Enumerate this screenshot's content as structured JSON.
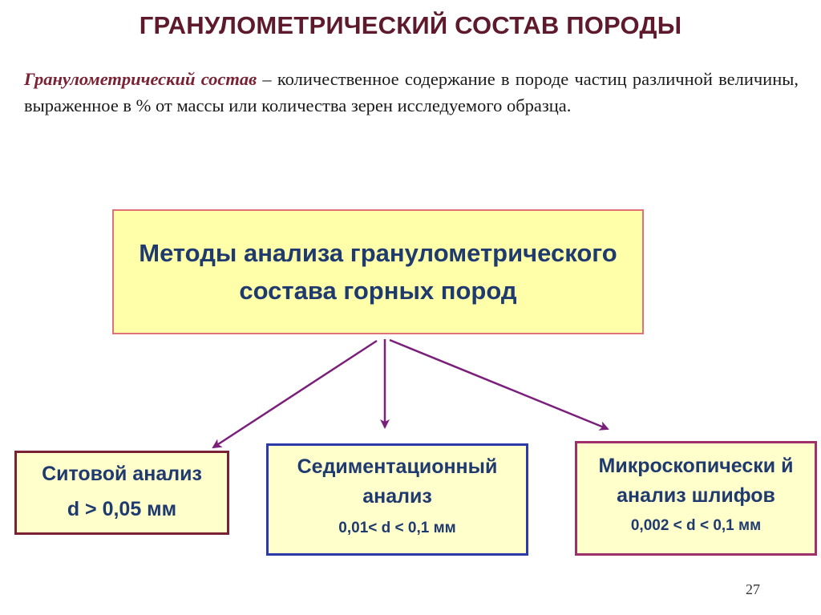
{
  "slide": {
    "title": "ГРАНУЛОМЕТРИЧЕСКИЙ СОСТАВ ПОРОДЫ",
    "definition": {
      "term": "Гранулометрический состав",
      "text": " – количественное содержание в породе частиц различной величины, выраженное в % от массы или количества зерен исследуемого образца."
    },
    "main_box": {
      "text": "Методы анализа гранулометрического состава горных пород"
    },
    "methods": [
      {
        "name": "Ситовой анализ",
        "range": "d > 0,05 мм"
      },
      {
        "name": "Седиментационный анализ",
        "range": "0,01< d < 0,1 мм"
      },
      {
        "name": "Микроскопически й анализ шлифов",
        "range": "0,002 < d < 0,1 мм"
      }
    ],
    "page_number": "27"
  },
  "colors": {
    "title": "#5e1a2c",
    "term": "#7a2233",
    "box_text": "#1f3a6e",
    "main_box_fill": "#ffffaa",
    "main_box_border": "#e0707a",
    "sub_box_fill": "#ffffcc",
    "arrow": "#7a1f7a"
  }
}
